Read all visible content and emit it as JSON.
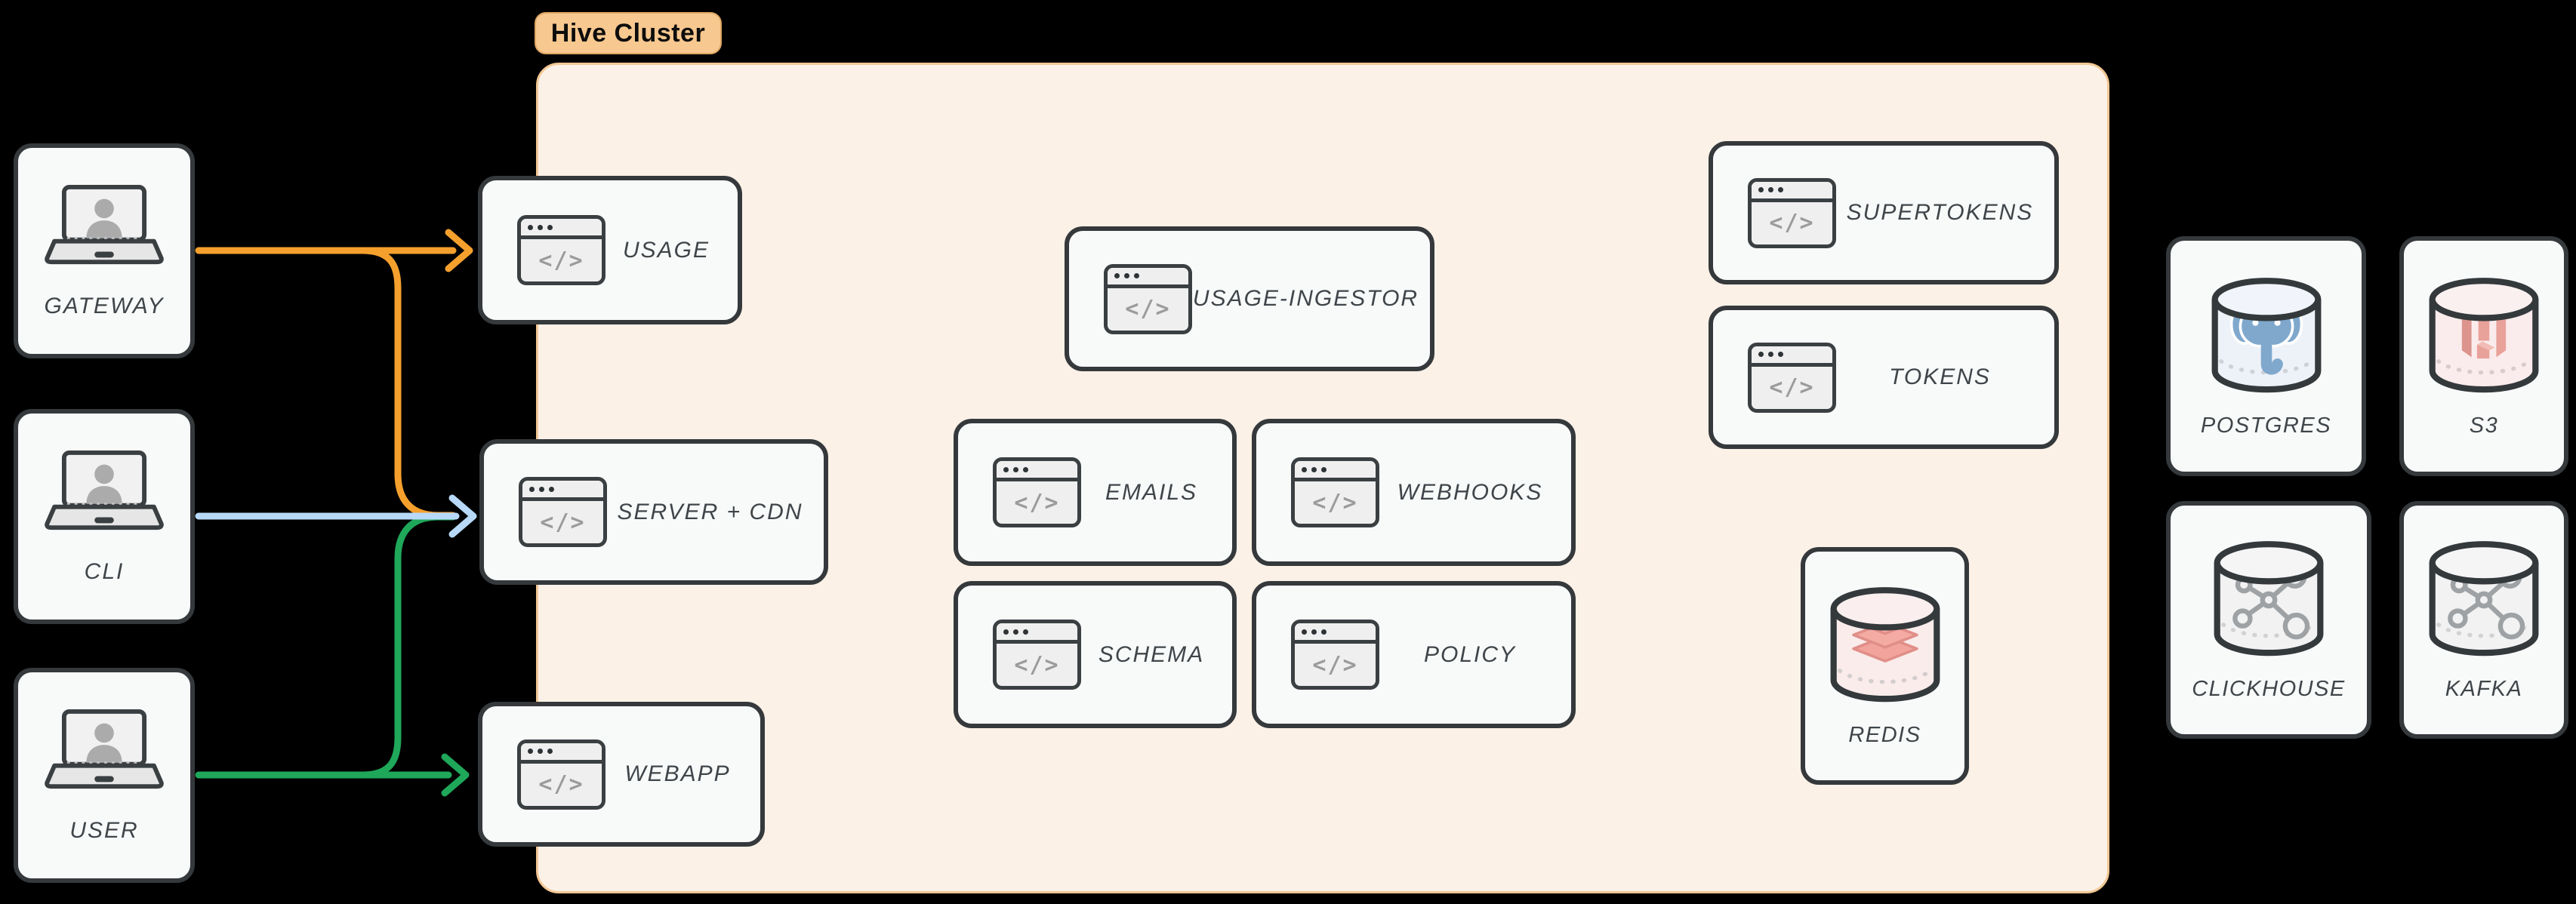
{
  "cluster": {
    "label": "Hive Cluster",
    "fill": "#FBF1E7",
    "border": "#F2C794",
    "badge_fill": "#F7C88F"
  },
  "icons": {
    "code_glyph": "</>",
    "laptop": "laptop-user-icon",
    "cylinder": "database-cylinder-icon"
  },
  "colors": {
    "node_fill": "#F8FAFA",
    "node_border": "#35393C",
    "label_text": "#3F4549",
    "background": "#000000",
    "arrow_orange": "#F5A02D",
    "arrow_blue": "#B7D9F7",
    "arrow_green": "#1FA75A"
  },
  "clients": [
    {
      "id": "gateway",
      "label": "GATEWAY"
    },
    {
      "id": "cli",
      "label": "CLI"
    },
    {
      "id": "user",
      "label": "USER"
    }
  ],
  "services": [
    {
      "id": "usage",
      "label": "USAGE"
    },
    {
      "id": "server-cdn",
      "label": "SERVER + CDN"
    },
    {
      "id": "webapp",
      "label": "WEBAPP"
    },
    {
      "id": "usage-ingestor",
      "label": "USAGE-INGESTOR"
    },
    {
      "id": "emails",
      "label": "EMAILS"
    },
    {
      "id": "webhooks",
      "label": "WEBHOOKS"
    },
    {
      "id": "schema",
      "label": "SCHEMA"
    },
    {
      "id": "policy",
      "label": "POLICY"
    },
    {
      "id": "supertokens",
      "label": "SUPERTOKENS"
    },
    {
      "id": "tokens",
      "label": "TOKENS"
    }
  ],
  "datastores": [
    {
      "id": "redis",
      "label": "REDIS"
    },
    {
      "id": "postgres",
      "label": "POSTGRES"
    },
    {
      "id": "s3",
      "label": "S3"
    },
    {
      "id": "clickhouse",
      "label": "CLICKHOUSE"
    },
    {
      "id": "kafka",
      "label": "KAFKA"
    }
  ],
  "edges": [
    {
      "from": "GATEWAY",
      "to": "USAGE",
      "color": "#F5A02D"
    },
    {
      "from": "GATEWAY",
      "to": "SERVER + CDN",
      "color": "#F5A02D"
    },
    {
      "from": "CLI",
      "to": "SERVER + CDN",
      "color": "#B7D9F7"
    },
    {
      "from": "USER",
      "to": "SERVER + CDN",
      "color": "#1FA75A"
    },
    {
      "from": "USER",
      "to": "WEBAPP",
      "color": "#1FA75A"
    }
  ]
}
